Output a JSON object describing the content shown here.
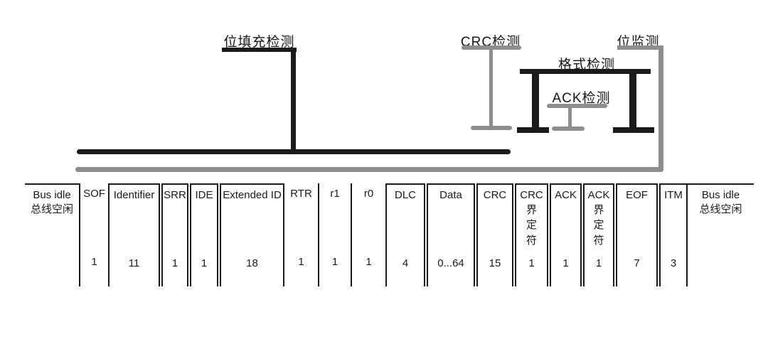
{
  "diagram": {
    "labels": {
      "bit_stuffing": "位填充检测",
      "crc_check": "CRC检测",
      "format_check": "格式检测",
      "ack_check": "ACK检测",
      "bit_monitoring": "位监测"
    },
    "colors": {
      "black_bracket": "#1b1b1b",
      "gray_bracket": "#8e8e8e",
      "background": "#ffffff"
    }
  },
  "frame_table": {
    "fields": [
      {
        "label": "Bus idle",
        "label2": "总线空闲",
        "bits": ""
      },
      {
        "label": "SOF",
        "bits": "1"
      },
      {
        "label": "Identifier",
        "bits": "11"
      },
      {
        "label": "SRR",
        "bits": "1"
      },
      {
        "label": "IDE",
        "bits": "1"
      },
      {
        "label": "Extended ID",
        "bits": "18"
      },
      {
        "label": "RTR",
        "bits": "1"
      },
      {
        "label": "r1",
        "bits": "1"
      },
      {
        "label": "r0",
        "bits": "1"
      },
      {
        "label": "DLC",
        "bits": "4"
      },
      {
        "label": "Data",
        "bits": "0...64"
      },
      {
        "label": "CRC",
        "bits": "15"
      },
      {
        "label": "CRC",
        "label2": "界定符",
        "bits": "1"
      },
      {
        "label": "ACK",
        "bits": "1"
      },
      {
        "label": "ACK",
        "label2": "界定符",
        "bits": "1"
      },
      {
        "label": "EOF",
        "bits": "7"
      },
      {
        "label": "ITM",
        "bits": "3"
      },
      {
        "label": "Bus idle",
        "label2": "总线空闲",
        "bits": ""
      }
    ]
  }
}
